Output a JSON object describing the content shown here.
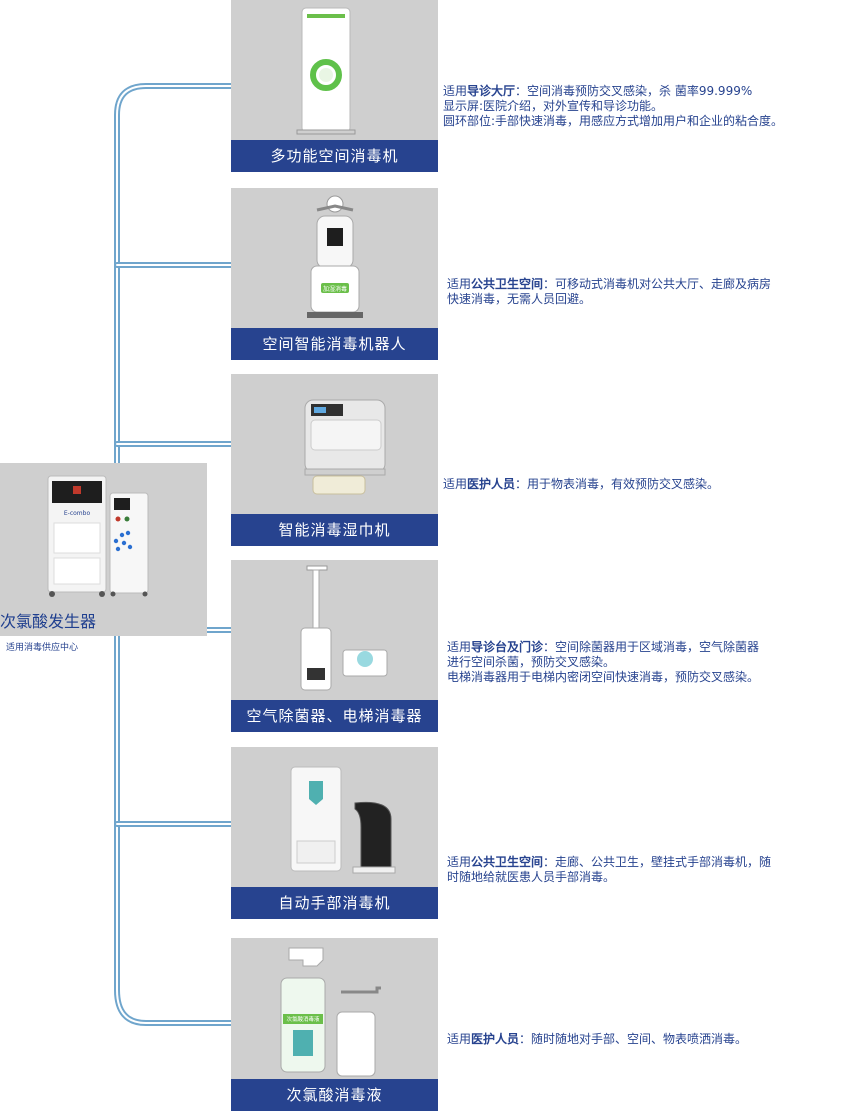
{
  "source": {
    "label": "次氯酸发生器",
    "note": "适用消毒供应中心"
  },
  "products": [
    {
      "label": "多功能空间消毒机",
      "lines": [
        {
          "pre": "适用",
          "bold": "导诊大厅",
          "post": "：空间消毒预防交叉感染，杀  菌率99.999%"
        },
        {
          "pre": "显示屏:医院介绍，对外宣传和导诊功能。",
          "bold": "",
          "post": ""
        },
        {
          "pre": "圆环部位:手部快速消毒，用感应方式增加用户和企业的粘合度。",
          "bold": "",
          "post": ""
        }
      ]
    },
    {
      "label": "空间智能消毒机器人",
      "lines": [
        {
          "pre": "适用",
          "bold": "公共卫生空间",
          "post": "：可移动式消毒机对公共大厅、走廊及病房"
        },
        {
          "pre": "快速消毒，无需人员回避。",
          "bold": "",
          "post": ""
        }
      ]
    },
    {
      "label": "智能消毒湿巾机",
      "lines": [
        {
          "pre": "适用",
          "bold": "医护人员",
          "post": "：用于物表消毒，有效预防交叉感染。"
        }
      ]
    },
    {
      "label": "空气除菌器、电梯消毒器",
      "lines": [
        {
          "pre": "适用",
          "bold": "导诊台及门诊",
          "post": "：空间除菌器用于区域消毒，空气除菌器"
        },
        {
          "pre": "进行空间杀菌，预防交叉感染。",
          "bold": "",
          "post": ""
        },
        {
          "pre": "电梯消毒器用于电梯内密闭空间快速消毒，预防交叉感染。",
          "bold": "",
          "post": ""
        }
      ]
    },
    {
      "label": "自动手部消毒机",
      "lines": [
        {
          "pre": "适用",
          "bold": "公共卫生空间",
          "post": "：走廊、公共卫生，壁挂式手部消毒机，随"
        },
        {
          "pre": "时随地给就医患人员手部消毒。",
          "bold": "",
          "post": ""
        }
      ]
    },
    {
      "label": "次氯酸消毒液",
      "lines": [
        {
          "pre": "适用",
          "bold": "医护人员",
          "post": "：随时随地对手部、空间、物表喷洒消毒。"
        }
      ]
    }
  ],
  "product_text": {
    "generator_brand": "E-combo",
    "robot_badge": "加湿消毒",
    "bottle_label": "次氯酸消毒液"
  },
  "colors": {
    "label_bg": "#27438f",
    "text": "#27438f",
    "card_bg": "#cfcfcf",
    "connector": "#6fa5cc"
  }
}
